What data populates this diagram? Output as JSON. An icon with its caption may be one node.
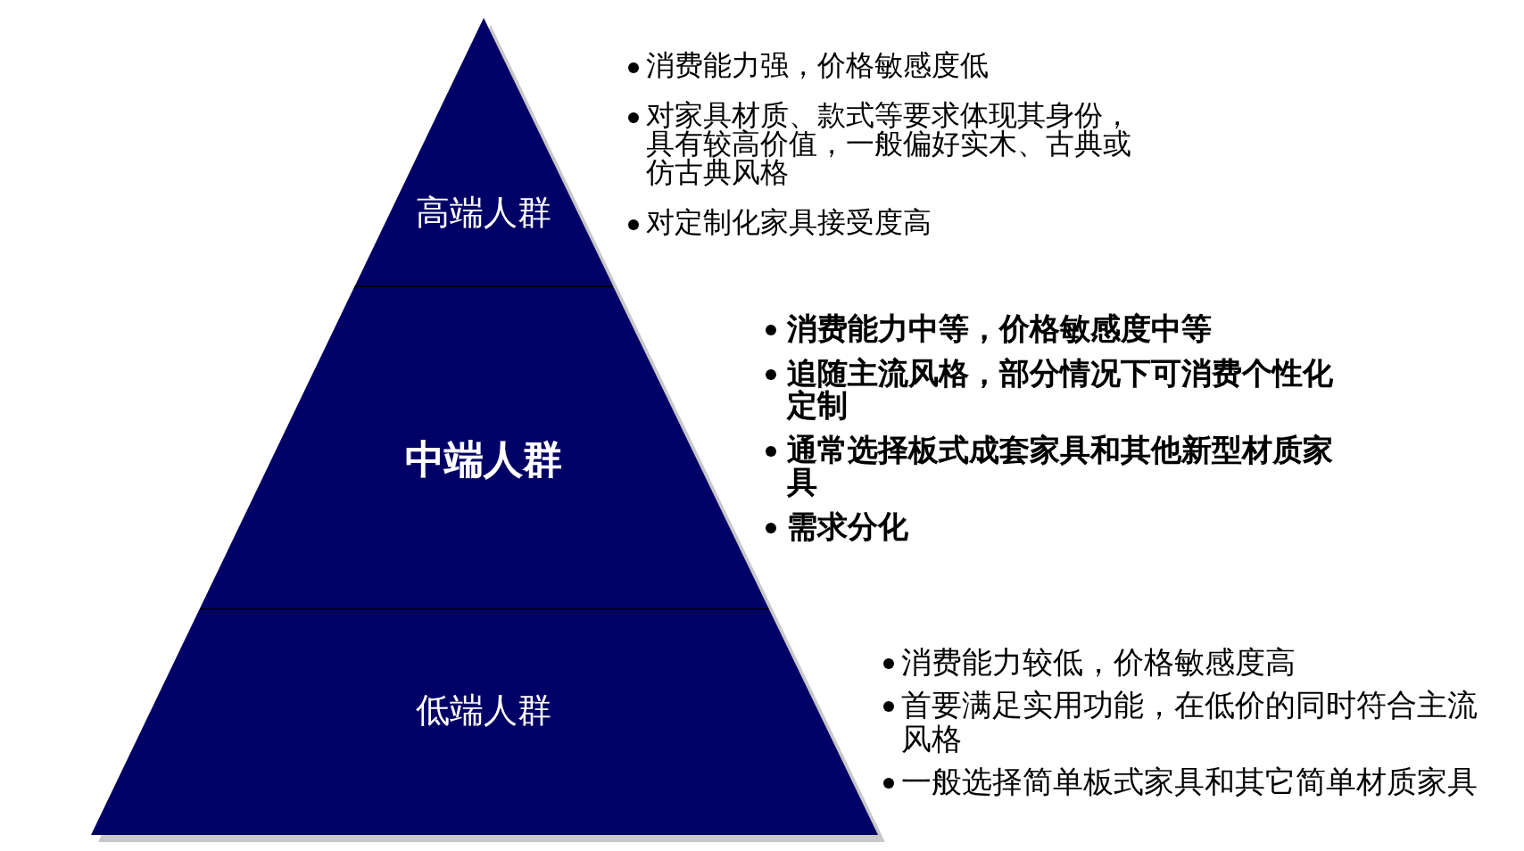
{
  "diagram": {
    "nodes": [
      {
        "text": [
          "高端人群"
        ],
        "beside": [
          "消费能力强，价格敏感度低",
          "对家具材质、款式等要求体现其身份，具有较高价值，一般偏好实木、古典或仿古典风格",
          "对定制化家具接受度高"
        ]
      },
      {
        "text": [
          "中端人群"
        ],
        "beside": [
          "消费能力中等，价格敏感度中等",
          "追随主流风格，部分情况下可消费个性化定制",
          "通常选择板式成套家具和其他新型材质家具",
          "需求分化"
        ]
      },
      {
        "text": [
          "低端人群"
        ],
        "beside": [
          "消费能力较低，价格敏感度高",
          "首要满足实用功能，在低价的同时符合主流风格",
          "一般选择简单板式家具和其它简单材质家具"
        ]
      }
    ]
  }
}
